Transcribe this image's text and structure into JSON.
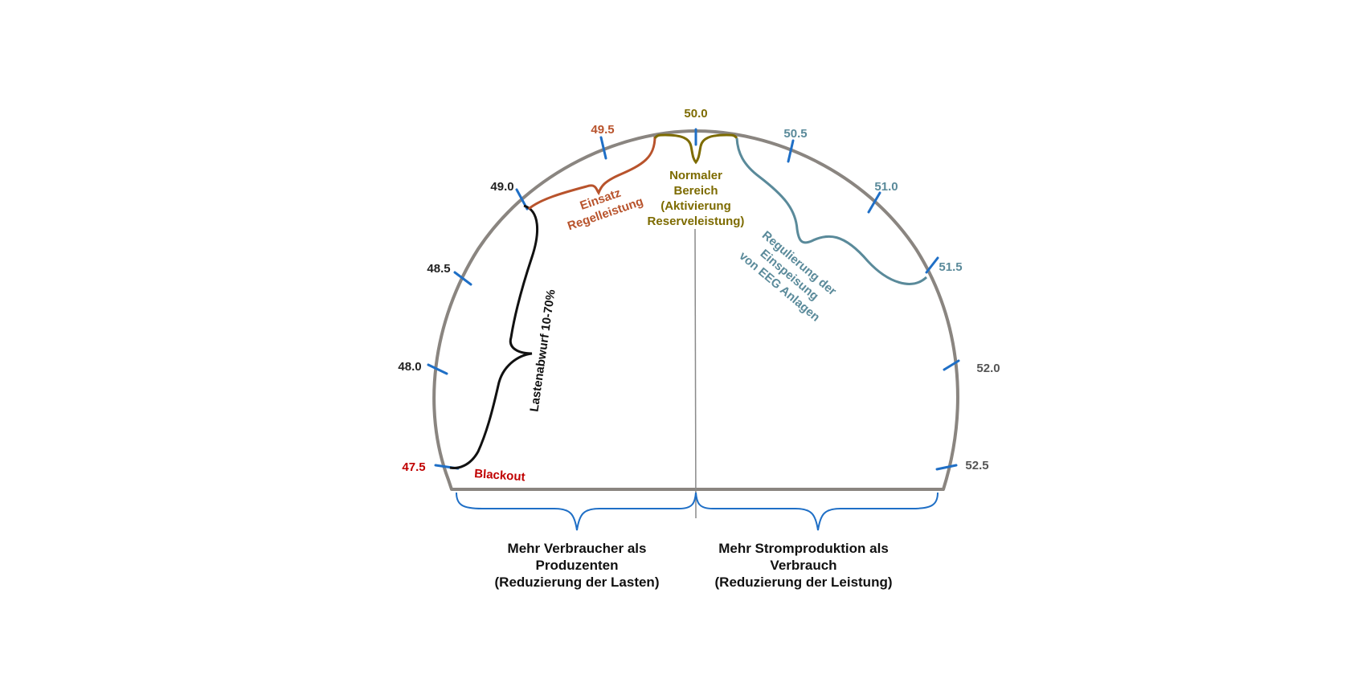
{
  "colors": {
    "arc": "#8a8580",
    "tick": "#1f6fc6",
    "neutral": "#222222",
    "blackout": "#c00000",
    "regel": "#b8532c",
    "normal": "#7d6b00",
    "eeg": "#5a8a9a",
    "gray": "#555555"
  },
  "ticks": [
    {
      "value": "47.5",
      "color": "blackout"
    },
    {
      "value": "48.0",
      "color": "neutral"
    },
    {
      "value": "48.5",
      "color": "neutral"
    },
    {
      "value": "49.0",
      "color": "neutral"
    },
    {
      "value": "49.5",
      "color": "regel"
    },
    {
      "value": "50.0",
      "color": "normal"
    },
    {
      "value": "50.5",
      "color": "eeg"
    },
    {
      "value": "51.0",
      "color": "eeg"
    },
    {
      "value": "51.5",
      "color": "eeg"
    },
    {
      "value": "52.0",
      "color": "gray"
    },
    {
      "value": "52.5",
      "color": "gray"
    }
  ],
  "annotations": {
    "blackout": "Blackout",
    "lastenabwurf": "Lastenabwurf 10-70%",
    "regel_line1": "Einsatz",
    "regel_line2": "Regelleistung",
    "normal_line1": "Normaler",
    "normal_line2": "Bereich",
    "normal_line3": "(Aktivierung",
    "normal_line4": "Reserveleistung)",
    "eeg_line1": "Regulierung der",
    "eeg_line2": "Einspeisung",
    "eeg_line3": "von EEG Anlagen"
  },
  "bottom": {
    "left_line1": "Mehr Verbraucher als",
    "left_line2": "Produzenten",
    "left_line3": "(Reduzierung der Lasten)",
    "right_line1": "Mehr Stromproduktion als",
    "right_line2": "Verbrauch",
    "right_line3": "(Reduzierung der Leistung)"
  }
}
